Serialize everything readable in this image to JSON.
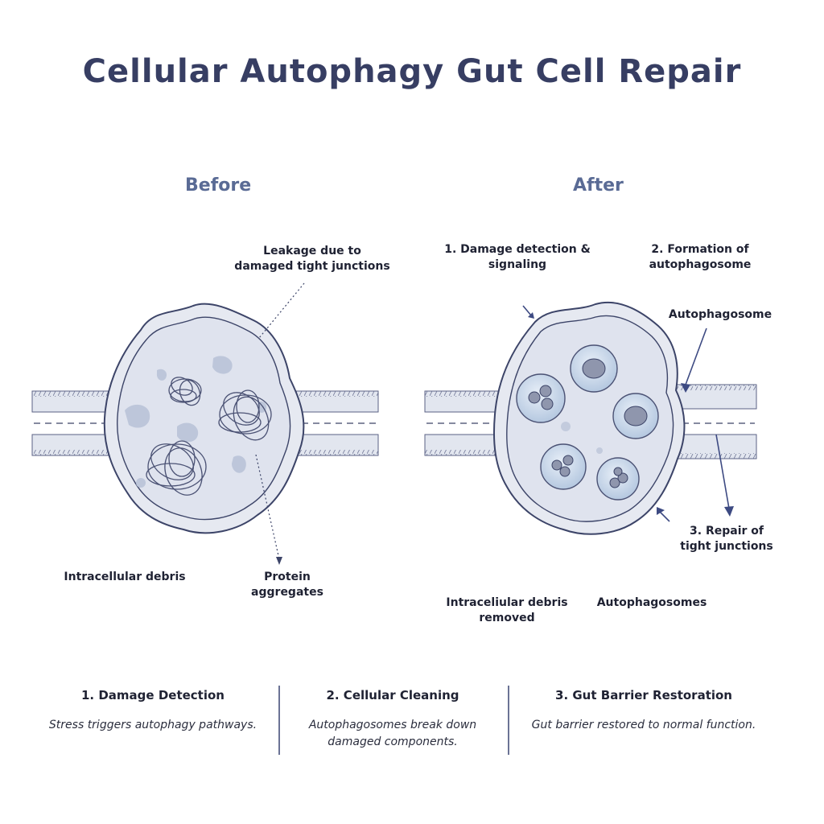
{
  "title": "Cellular Autophagy Gut Cell Repair",
  "before": {
    "heading": "Before",
    "labels": {
      "leakage": "Leakage due to\ndamaged tight junctions",
      "debris": "Intracellular debris",
      "aggregates": "Protein aggregates"
    }
  },
  "after": {
    "heading": "After",
    "labels": {
      "damage_detection": "1. Damage detection &\nsignaling",
      "formation": "2. Formation of\nautophagosome",
      "autophagosome": "Autophagosome",
      "repair": "3. Repair of\ntight junctions",
      "debris_removed": "Intraceliular debris\nremoved",
      "autophagosomes": "Autophagosomes"
    }
  },
  "steps": [
    {
      "title": "1. Damage Detection",
      "desc": "Stress triggers autophagy pathways."
    },
    {
      "title": "2. Cellular Cleaning",
      "desc": "Autophagosomes break down damaged components."
    },
    {
      "title": "3. Gut Barrier Restoration",
      "desc": "Gut barrier restored to normal function."
    }
  ],
  "colors": {
    "cell_fill": "#dfe3ee",
    "outline": "#3c4468",
    "tissue": "#e2e6ef",
    "accent": "#3d4a82",
    "vesicle": "#c6d6ea"
  }
}
